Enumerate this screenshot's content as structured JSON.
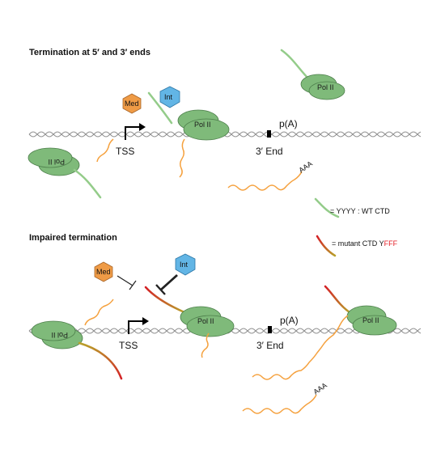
{
  "sections": {
    "top_title": "Termination at 5′ and 3′ ends",
    "bottom_title": "Impaired termination"
  },
  "labels": {
    "pol2": "Pol II",
    "med": "Med",
    "int": "Int",
    "tss": "TSS",
    "pa": "p(A)",
    "three_end": "3′ End",
    "aaa": "AAA"
  },
  "legend": {
    "wt_text": "= YYYY : WT CTD",
    "mutant_prefix": "=  mutant CTD Y",
    "mutant_suffix": "FFF"
  },
  "colors": {
    "pol2_fill": "#7fba7a",
    "pol2_stroke": "#4c7e4a",
    "wt_ctd": "#94cc8a",
    "mutant_ctd": "#d41f26",
    "mutant_mid": "#b8a12a",
    "rna": "#f5a13e",
    "med": "#ef9b46",
    "int": "#62b5e5",
    "mutant_text": "#e31b23"
  },
  "icons": {
    "tss_arrow": "bent-arrow-icon",
    "pa_site": "black-box-icon",
    "inhibit": "t-bar-inhibit-icon"
  }
}
